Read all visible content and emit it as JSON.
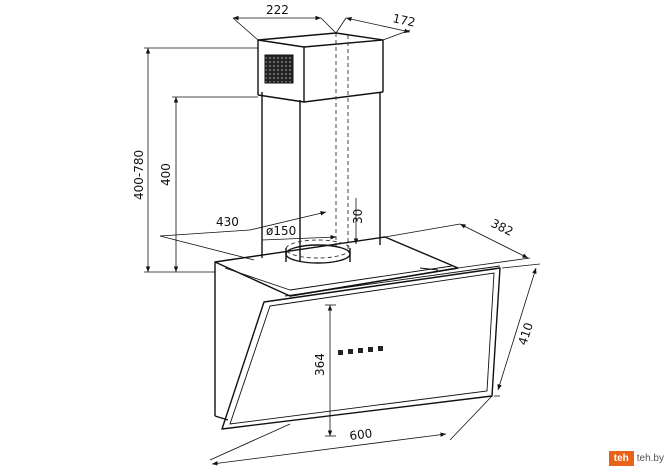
{
  "dimensions": {
    "duct_width": "222",
    "duct_depth": "172",
    "total_height": "400-780",
    "duct_height": "400",
    "body_width": "430",
    "outlet_diameter": "ø150",
    "outlet_height": "30",
    "body_depth": "382",
    "glass_height": "410",
    "panel_height": "364",
    "hood_width": "600"
  },
  "watermark": {
    "badge": "teh",
    "text": "teh.by"
  }
}
